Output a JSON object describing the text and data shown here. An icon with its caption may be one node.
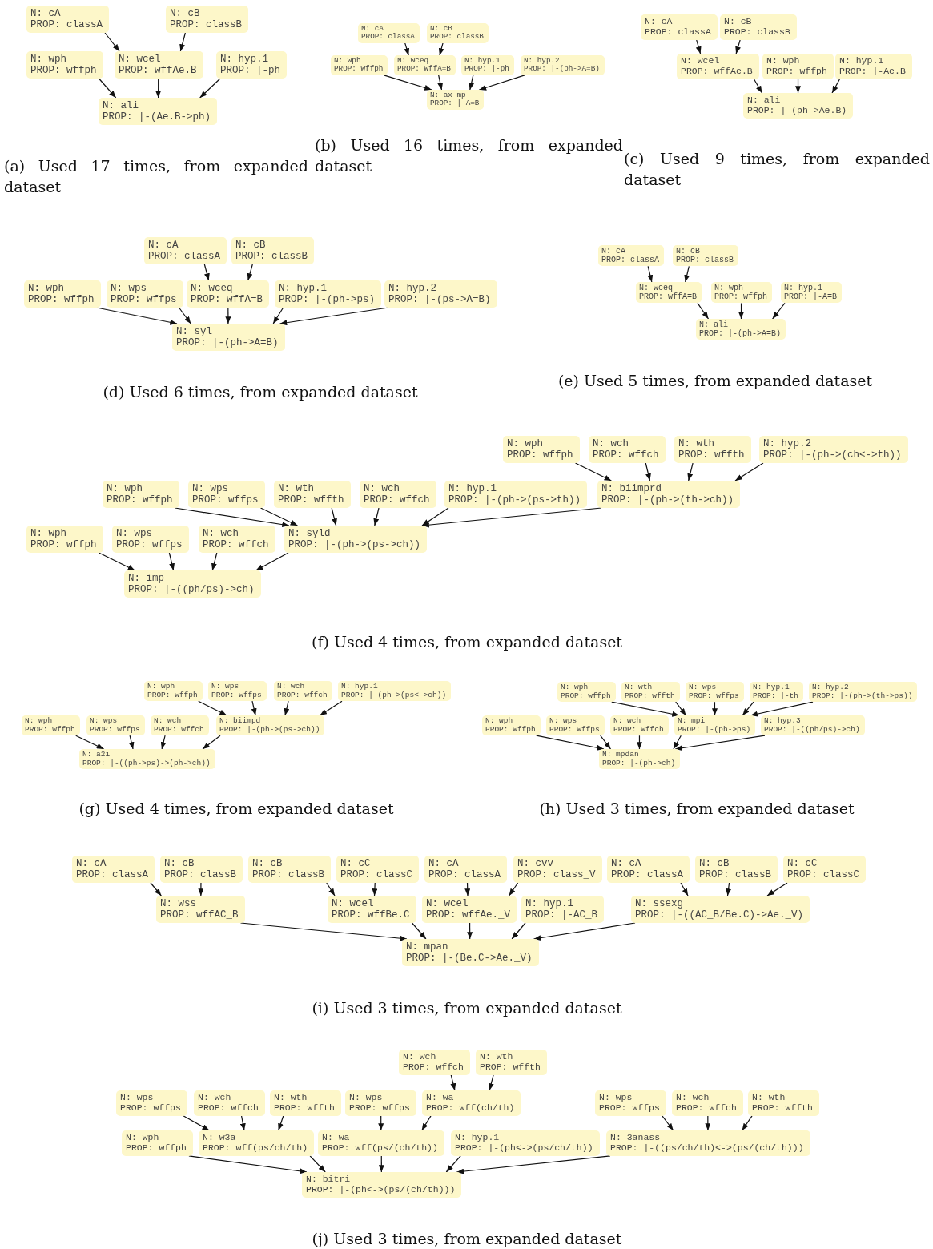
{
  "diagram": {
    "nodes": [
      {
        "text": [
          "N: cA",
          "PROP: classA"
        ]
      },
      {
        "text": [
          "N: cB",
          "PROP: classB"
        ]
      },
      {
        "text": [
          "N: wph",
          "PROP: wffph"
        ]
      },
      {
        "text": [
          "N: wcel",
          "PROP: wffAe.B"
        ]
      },
      {
        "text": [
          "N: hyp.1",
          "PROP: |-ph"
        ]
      },
      {
        "text": [
          "N: ali",
          "PROP: |-(Ae.B->ph)"
        ]
      },
      {
        "text": [
          "N: cA",
          "PROP: classA"
        ]
      },
      {
        "text": [
          "N: cB",
          "PROP: classB"
        ]
      },
      {
        "text": [
          "N: wph",
          "PROP: wffph"
        ]
      },
      {
        "text": [
          "N: wceq",
          "PROP: wffA=B"
        ]
      },
      {
        "text": [
          "N: hyp.1",
          "PROP: |-ph"
        ]
      },
      {
        "text": [
          "N: hyp.2",
          "PROP: |-(ph->A=B)"
        ]
      },
      {
        "text": [
          "N: ax-mp",
          "PROP: |-A=B"
        ]
      },
      {
        "text": [
          "N: cA",
          "PROP: classA"
        ]
      },
      {
        "text": [
          "N: cB",
          "PROP: classB"
        ]
      },
      {
        "text": [
          "N: wcel",
          "PROP: wffAe.B"
        ]
      },
      {
        "text": [
          "N: wph",
          "PROP: wffph"
        ]
      },
      {
        "text": [
          "N: hyp.1",
          "PROP: |-Ae.B"
        ]
      },
      {
        "text": [
          "N: ali",
          "PROP: |-(ph->Ae.B)"
        ]
      },
      {
        "text": [
          "N: cA",
          "PROP: classA"
        ]
      },
      {
        "text": [
          "N: cB",
          "PROP: classB"
        ]
      },
      {
        "text": [
          "N: wph",
          "PROP: wffph"
        ]
      },
      {
        "text": [
          "N: wps",
          "PROP: wffps"
        ]
      },
      {
        "text": [
          "N: wceq",
          "PROP: wffA=B"
        ]
      },
      {
        "text": [
          "N: hyp.1",
          "PROP: |-(ph->ps)"
        ]
      },
      {
        "text": [
          "N: hyp.2",
          "PROP: |-(ps->A=B)"
        ]
      },
      {
        "text": [
          "N: syl",
          "PROP: |-(ph->A=B)"
        ]
      },
      {
        "text": [
          "N: cA",
          "PROP: classA"
        ]
      },
      {
        "text": [
          "N: cB",
          "PROP: classB"
        ]
      },
      {
        "text": [
          "N: wceq",
          "PROP: wffA=B"
        ]
      },
      {
        "text": [
          "N: wph",
          "PROP: wffph"
        ]
      },
      {
        "text": [
          "N: hyp.1",
          "PROP: |-A=B"
        ]
      },
      {
        "text": [
          "N: ali",
          "PROP: |-(ph->A=B)"
        ]
      },
      {
        "text": [
          "N: wph",
          "PROP: wffph"
        ]
      },
      {
        "text": [
          "N: wch",
          "PROP: wffch"
        ]
      },
      {
        "text": [
          "N: wth",
          "PROP: wffth"
        ]
      },
      {
        "text": [
          "N: hyp.2",
          "PROP: |-(ph->(ch<->th))"
        ]
      },
      {
        "text": [
          "N: wph",
          "PROP: wffph"
        ]
      },
      {
        "text": [
          "N: wps",
          "PROP: wffps"
        ]
      },
      {
        "text": [
          "N: wth",
          "PROP: wffth"
        ]
      },
      {
        "text": [
          "N: wch",
          "PROP: wffch"
        ]
      },
      {
        "text": [
          "N: hyp.1",
          "PROP: |-(ph->(ps->th))"
        ]
      },
      {
        "text": [
          "N: biimprd",
          "PROP: |-(ph->(th->ch))"
        ]
      },
      {
        "text": [
          "N: wph",
          "PROP: wffph"
        ]
      },
      {
        "text": [
          "N: wps",
          "PROP: wffps"
        ]
      },
      {
        "text": [
          "N: wch",
          "PROP: wffch"
        ]
      },
      {
        "text": [
          "N: syld",
          "PROP: |-(ph->(ps->ch))"
        ]
      },
      {
        "text": [
          "N: imp",
          "PROP: |-((ph/ps)->ch)"
        ]
      },
      {
        "text": [
          "N: wph",
          "PROP: wffph"
        ]
      },
      {
        "text": [
          "N: wps",
          "PROP: wffps"
        ]
      },
      {
        "text": [
          "N: wch",
          "PROP: wffch"
        ]
      },
      {
        "text": [
          "N: hyp.1",
          "PROP: |-(ph->(ps<->ch))"
        ]
      },
      {
        "text": [
          "N: wph",
          "PROP: wffph"
        ]
      },
      {
        "text": [
          "N: wps",
          "PROP: wffps"
        ]
      },
      {
        "text": [
          "N: wch",
          "PROP: wffch"
        ]
      },
      {
        "text": [
          "N: biimpd",
          "PROP: |-(ph->(ps->ch))"
        ]
      },
      {
        "text": [
          "N: a2i",
          "PROP: |-((ph->ps)->(ph->ch))"
        ]
      },
      {
        "text": [
          "N: wph",
          "PROP: wffph"
        ]
      },
      {
        "text": [
          "N: wth",
          "PROP: wffth"
        ]
      },
      {
        "text": [
          "N: wps",
          "PROP: wffps"
        ]
      },
      {
        "text": [
          "N: hyp.1",
          "PROP: |-th"
        ]
      },
      {
        "text": [
          "N: hyp.2",
          "PROP: |-(ph->(th->ps))"
        ]
      },
      {
        "text": [
          "N: wph",
          "PROP: wffph"
        ]
      },
      {
        "text": [
          "N: wps",
          "PROP: wffps"
        ]
      },
      {
        "text": [
          "N: wch",
          "PROP: wffch"
        ]
      },
      {
        "text": [
          "N: mpi",
          "PROP: |-(ph->ps)"
        ]
      },
      {
        "text": [
          "N: hyp.3",
          "PROP: |-((ph/ps)->ch)"
        ]
      },
      {
        "text": [
          "N: mpdan",
          "PROP: |-(ph->ch)"
        ]
      },
      {
        "text": [
          "N: cA",
          "PROP: classA"
        ]
      },
      {
        "text": [
          "N: cB",
          "PROP: classB"
        ]
      },
      {
        "text": [
          "N: cB",
          "PROP: classB"
        ]
      },
      {
        "text": [
          "N: cC",
          "PROP: classC"
        ]
      },
      {
        "text": [
          "N: cA",
          "PROP: classA"
        ]
      },
      {
        "text": [
          "N: cvv",
          "PROP: class_V"
        ]
      },
      {
        "text": [
          "N: cA",
          "PROP: classA"
        ]
      },
      {
        "text": [
          "N: cB",
          "PROP: classB"
        ]
      },
      {
        "text": [
          "N: cC",
          "PROP: classC"
        ]
      },
      {
        "text": [
          "N: wss",
          "PROP: wffAC_B"
        ]
      },
      {
        "text": [
          "N: wcel",
          "PROP: wffBe.C"
        ]
      },
      {
        "text": [
          "N: wcel",
          "PROP: wffAe._V"
        ]
      },
      {
        "text": [
          "N: hyp.1",
          "PROP: |-AC_B"
        ]
      },
      {
        "text": [
          "N: ssexg",
          "PROP: |-((AC_B/Be.C)->Ae._V)"
        ]
      },
      {
        "text": [
          "N: mpan",
          "PROP: |-(Be.C->Ae._V)"
        ]
      },
      {
        "text": [
          "N: wch",
          "PROP: wffch"
        ]
      },
      {
        "text": [
          "N: wth",
          "PROP: wffth"
        ]
      },
      {
        "text": [
          "N: wps",
          "PROP: wffps"
        ]
      },
      {
        "text": [
          "N: wch",
          "PROP: wffch"
        ]
      },
      {
        "text": [
          "N: wth",
          "PROP: wffth"
        ]
      },
      {
        "text": [
          "N: wps",
          "PROP: wffps"
        ]
      },
      {
        "text": [
          "N: wa",
          "PROP: wff(ch/th)"
        ]
      },
      {
        "text": [
          "N: wps",
          "PROP: wffps"
        ]
      },
      {
        "text": [
          "N: wch",
          "PROP: wffch"
        ]
      },
      {
        "text": [
          "N: wth",
          "PROP: wffth"
        ]
      },
      {
        "text": [
          "N: wph",
          "PROP: wffph"
        ]
      },
      {
        "text": [
          "N: w3a",
          "PROP: wff(ps/ch/th)"
        ]
      },
      {
        "text": [
          "N: wa",
          "PROP: wff(ps/(ch/th))"
        ]
      },
      {
        "text": [
          "N: hyp.1",
          "PROP: |-(ph<->(ps/ch/th))"
        ]
      },
      {
        "text": [
          "N: 3anass",
          "PROP: |-((ps/ch/th)<->(ps/(ch/th)))"
        ]
      },
      {
        "text": [
          "N: bitri",
          "PROP: |-(ph<->(ps/(ch/th)))"
        ]
      }
    ],
    "edges": [
      {
        "from": 0,
        "to": 3,
        "arrow": "to"
      },
      {
        "from": 1,
        "to": 3,
        "arrow": "to"
      },
      {
        "from": 2,
        "to": 5,
        "arrow": "to"
      },
      {
        "from": 3,
        "to": 5,
        "arrow": "to"
      },
      {
        "from": 4,
        "to": 5,
        "arrow": "to"
      },
      {
        "from": 6,
        "to": 9,
        "arrow": "to"
      },
      {
        "from": 7,
        "to": 9,
        "arrow": "to"
      },
      {
        "from": 8,
        "to": 12,
        "arrow": "to"
      },
      {
        "from": 9,
        "to": 12,
        "arrow": "to"
      },
      {
        "from": 10,
        "to": 12,
        "arrow": "to"
      },
      {
        "from": 11,
        "to": 12,
        "arrow": "to"
      },
      {
        "from": 13,
        "to": 15,
        "arrow": "to"
      },
      {
        "from": 14,
        "to": 15,
        "arrow": "to"
      },
      {
        "from": 15,
        "to": 18,
        "arrow": "to"
      },
      {
        "from": 16,
        "to": 18,
        "arrow": "to"
      },
      {
        "from": 17,
        "to": 18,
        "arrow": "to"
      },
      {
        "from": 19,
        "to": 23,
        "arrow": "to"
      },
      {
        "from": 20,
        "to": 23,
        "arrow": "to"
      },
      {
        "from": 21,
        "to": 26,
        "arrow": "to"
      },
      {
        "from": 22,
        "to": 26,
        "arrow": "to"
      },
      {
        "from": 23,
        "to": 26,
        "arrow": "to"
      },
      {
        "from": 24,
        "to": 26,
        "arrow": "to"
      },
      {
        "from": 25,
        "to": 26,
        "arrow": "to"
      },
      {
        "from": 27,
        "to": 29,
        "arrow": "to"
      },
      {
        "from": 28,
        "to": 29,
        "arrow": "to"
      },
      {
        "from": 29,
        "to": 32,
        "arrow": "to"
      },
      {
        "from": 30,
        "to": 32,
        "arrow": "to"
      },
      {
        "from": 31,
        "to": 32,
        "arrow": "to"
      },
      {
        "from": 33,
        "to": 42,
        "arrow": "to"
      },
      {
        "from": 34,
        "to": 42,
        "arrow": "to"
      },
      {
        "from": 35,
        "to": 42,
        "arrow": "to"
      },
      {
        "from": 36,
        "to": 42,
        "arrow": "to"
      },
      {
        "from": 37,
        "to": 46,
        "arrow": "to"
      },
      {
        "from": 38,
        "to": 46,
        "arrow": "to"
      },
      {
        "from": 39,
        "to": 46,
        "arrow": "to"
      },
      {
        "from": 40,
        "to": 46,
        "arrow": "to"
      },
      {
        "from": 41,
        "to": 46,
        "arrow": "to"
      },
      {
        "from": 42,
        "to": 46,
        "arrow": "to"
      },
      {
        "from": 43,
        "to": 47,
        "arrow": "to"
      },
      {
        "from": 44,
        "to": 47,
        "arrow": "to"
      },
      {
        "from": 45,
        "to": 47,
        "arrow": "to"
      },
      {
        "from": 46,
        "to": 47,
        "arrow": "to"
      },
      {
        "from": 48,
        "to": 55,
        "arrow": "to"
      },
      {
        "from": 49,
        "to": 55,
        "arrow": "to"
      },
      {
        "from": 50,
        "to": 55,
        "arrow": "to"
      },
      {
        "from": 51,
        "to": 55,
        "arrow": "to"
      },
      {
        "from": 52,
        "to": 56,
        "arrow": "to"
      },
      {
        "from": 53,
        "to": 56,
        "arrow": "to"
      },
      {
        "from": 54,
        "to": 56,
        "arrow": "to"
      },
      {
        "from": 55,
        "to": 56,
        "arrow": "to"
      },
      {
        "from": 57,
        "to": 65,
        "arrow": "to"
      },
      {
        "from": 58,
        "to": 65,
        "arrow": "to"
      },
      {
        "from": 59,
        "to": 65,
        "arrow": "to"
      },
      {
        "from": 60,
        "to": 65,
        "arrow": "to"
      },
      {
        "from": 61,
        "to": 65,
        "arrow": "to"
      },
      {
        "from": 62,
        "to": 67,
        "arrow": "to"
      },
      {
        "from": 63,
        "to": 67,
        "arrow": "to"
      },
      {
        "from": 64,
        "to": 67,
        "arrow": "to"
      },
      {
        "from": 65,
        "to": 67,
        "arrow": "to"
      },
      {
        "from": 66,
        "to": 67,
        "arrow": "to"
      },
      {
        "from": 68,
        "to": 77,
        "arrow": "to"
      },
      {
        "from": 69,
        "to": 77,
        "arrow": "to"
      },
      {
        "from": 70,
        "to": 78,
        "arrow": "to"
      },
      {
        "from": 71,
        "to": 78,
        "arrow": "to"
      },
      {
        "from": 72,
        "to": 79,
        "arrow": "to"
      },
      {
        "from": 73,
        "to": 79,
        "arrow": "to"
      },
      {
        "from": 74,
        "to": 81,
        "arrow": "to"
      },
      {
        "from": 75,
        "to": 81,
        "arrow": "to"
      },
      {
        "from": 76,
        "to": 81,
        "arrow": "to"
      },
      {
        "from": 77,
        "to": 82,
        "arrow": "to"
      },
      {
        "from": 78,
        "to": 82,
        "arrow": "to"
      },
      {
        "from": 79,
        "to": 82,
        "arrow": "to"
      },
      {
        "from": 80,
        "to": 82,
        "arrow": "to"
      },
      {
        "from": 81,
        "to": 82,
        "arrow": "to"
      },
      {
        "from": 83,
        "to": 89,
        "arrow": "to"
      },
      {
        "from": 84,
        "to": 89,
        "arrow": "to"
      },
      {
        "from": 85,
        "to": 94,
        "arrow": "to"
      },
      {
        "from": 86,
        "to": 94,
        "arrow": "to"
      },
      {
        "from": 87,
        "to": 94,
        "arrow": "to"
      },
      {
        "from": 88,
        "to": 95,
        "arrow": "to"
      },
      {
        "from": 89,
        "to": 95,
        "arrow": "to"
      },
      {
        "from": 90,
        "to": 97,
        "arrow": "to"
      },
      {
        "from": 91,
        "to": 97,
        "arrow": "to"
      },
      {
        "from": 92,
        "to": 97,
        "arrow": "to"
      },
      {
        "from": 93,
        "to": 98,
        "arrow": "to"
      },
      {
        "from": 94,
        "to": 98,
        "arrow": "to"
      },
      {
        "from": 95,
        "to": 98,
        "arrow": "to"
      },
      {
        "from": 96,
        "to": 98,
        "arrow": "to"
      },
      {
        "from": 97,
        "to": 98,
        "arrow": "to"
      }
    ],
    "labels": [
      "(a) Used 17 times, from expanded dataset",
      "(b) Used 16 times, from expanded dataset",
      "(c) Used 9 times, from expanded dataset",
      "(d) Used 6 times, from expanded dataset",
      "(e) Used 5 times, from expanded dataset",
      "(f) Used 4 times, from expanded dataset",
      "(g) Used 4 times, from expanded dataset",
      "(h) Used 3 times, from expanded dataset",
      "(i) Used 3 times, from expanded dataset",
      "(j) Used 3 times, from expanded dataset"
    ]
  }
}
